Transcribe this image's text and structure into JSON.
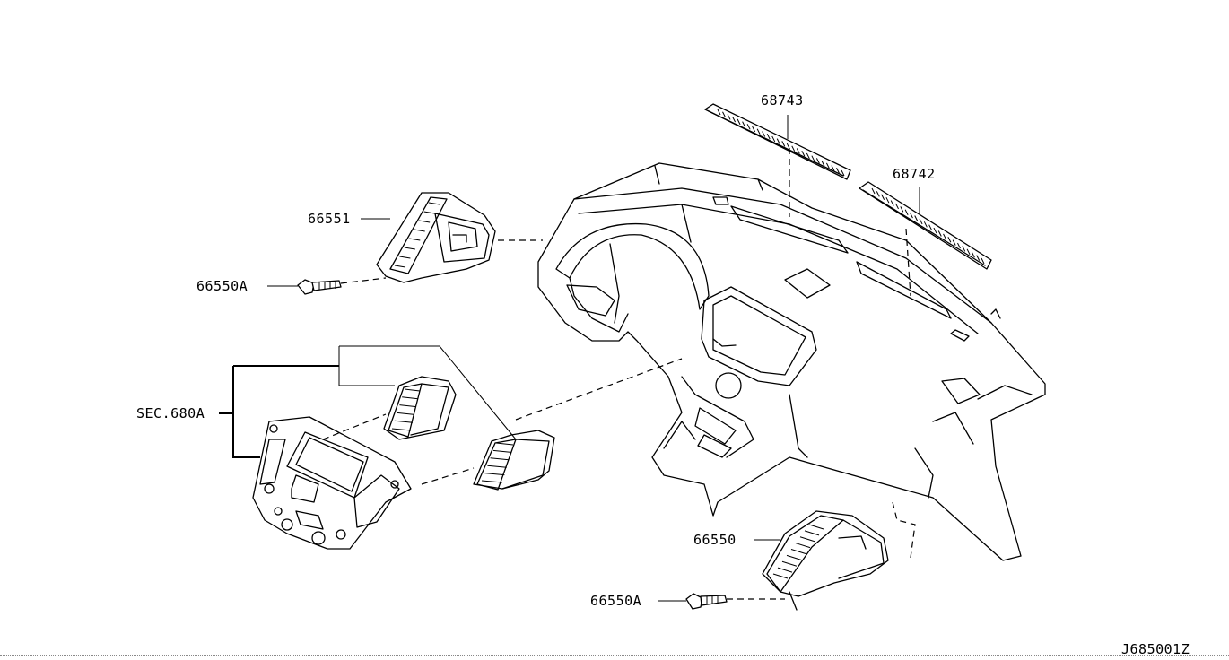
{
  "diagram_id": "J685001Z",
  "labels": {
    "defroster_center": "68743",
    "defroster_side": "68742",
    "vent_left": "66551",
    "clip_upper": "66550A",
    "section_ref": "SEC.680A",
    "vent_right": "66550",
    "clip_lower": "66550A"
  }
}
